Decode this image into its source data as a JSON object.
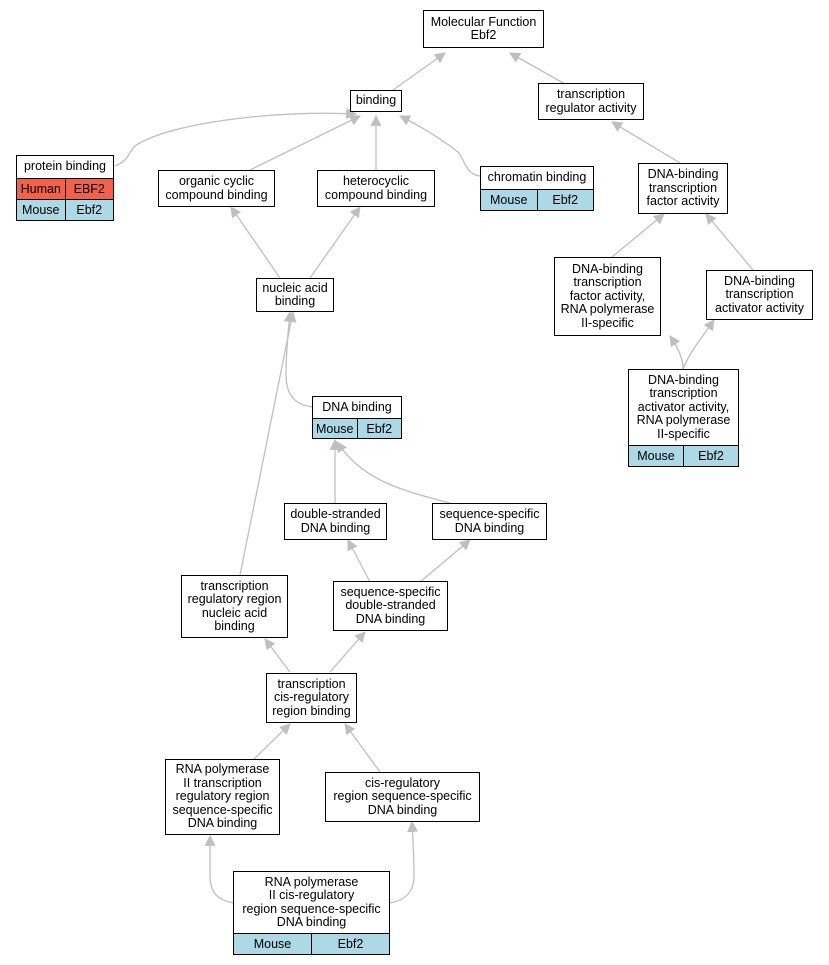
{
  "colors": {
    "edge": "#bfbfbf",
    "human": "#f4614a",
    "mouse": "#add8e6",
    "border": "#000000"
  },
  "nodes": {
    "mf": {
      "label": "Molecular Function\nEbf2"
    },
    "binding": {
      "label": "binding"
    },
    "tra": {
      "label": "transcription\nregulator activity"
    },
    "protein": {
      "label": "protein binding",
      "species": "Human",
      "gene": "EBF2",
      "species2": "Mouse",
      "gene2": "Ebf2"
    },
    "organic": {
      "label": "organic cyclic\ncompound binding"
    },
    "hetero": {
      "label": "heterocyclic\ncompound binding"
    },
    "chromatin": {
      "label": "chromatin binding",
      "species": "Mouse",
      "gene": "Ebf2"
    },
    "dbtfa": {
      "label": "DNA-binding\ntranscription\nfactor activity"
    },
    "dbtf2": {
      "label": "DNA-binding\ntranscription\nfactor activity,\nRNA polymerase\nII-specific"
    },
    "dbtaa": {
      "label": "DNA-binding\ntranscription\nactivator activity"
    },
    "nucleic": {
      "label": "nucleic acid\nbinding"
    },
    "dbtaa2": {
      "label": "DNA-binding\ntranscription\nactivator activity,\nRNA polymerase\nII-specific",
      "species": "Mouse",
      "gene": "Ebf2"
    },
    "dna": {
      "label": "DNA binding",
      "species": "Mouse",
      "gene": "Ebf2"
    },
    "dsdna": {
      "label": "double-stranded\nDNA binding"
    },
    "ssdna": {
      "label": "sequence-specific\nDNA binding"
    },
    "trrnab": {
      "label": "transcription\nregulatory region\nnucleic acid\nbinding"
    },
    "ssds": {
      "label": "sequence-specific\ndouble-stranded\nDNA binding"
    },
    "tcrb": {
      "label": "transcription\ncis-regulatory\nregion binding"
    },
    "rnap": {
      "label": "RNA polymerase\nII transcription\nregulatory region\nsequence-specific\nDNA binding"
    },
    "cisrss": {
      "label": "cis-regulatory\nregion sequence-specific\nDNA binding"
    },
    "rnapcis": {
      "label": "RNA polymerase\nII cis-regulatory\nregion sequence-specific\nDNA binding",
      "species": "Mouse",
      "gene": "Ebf2"
    }
  }
}
